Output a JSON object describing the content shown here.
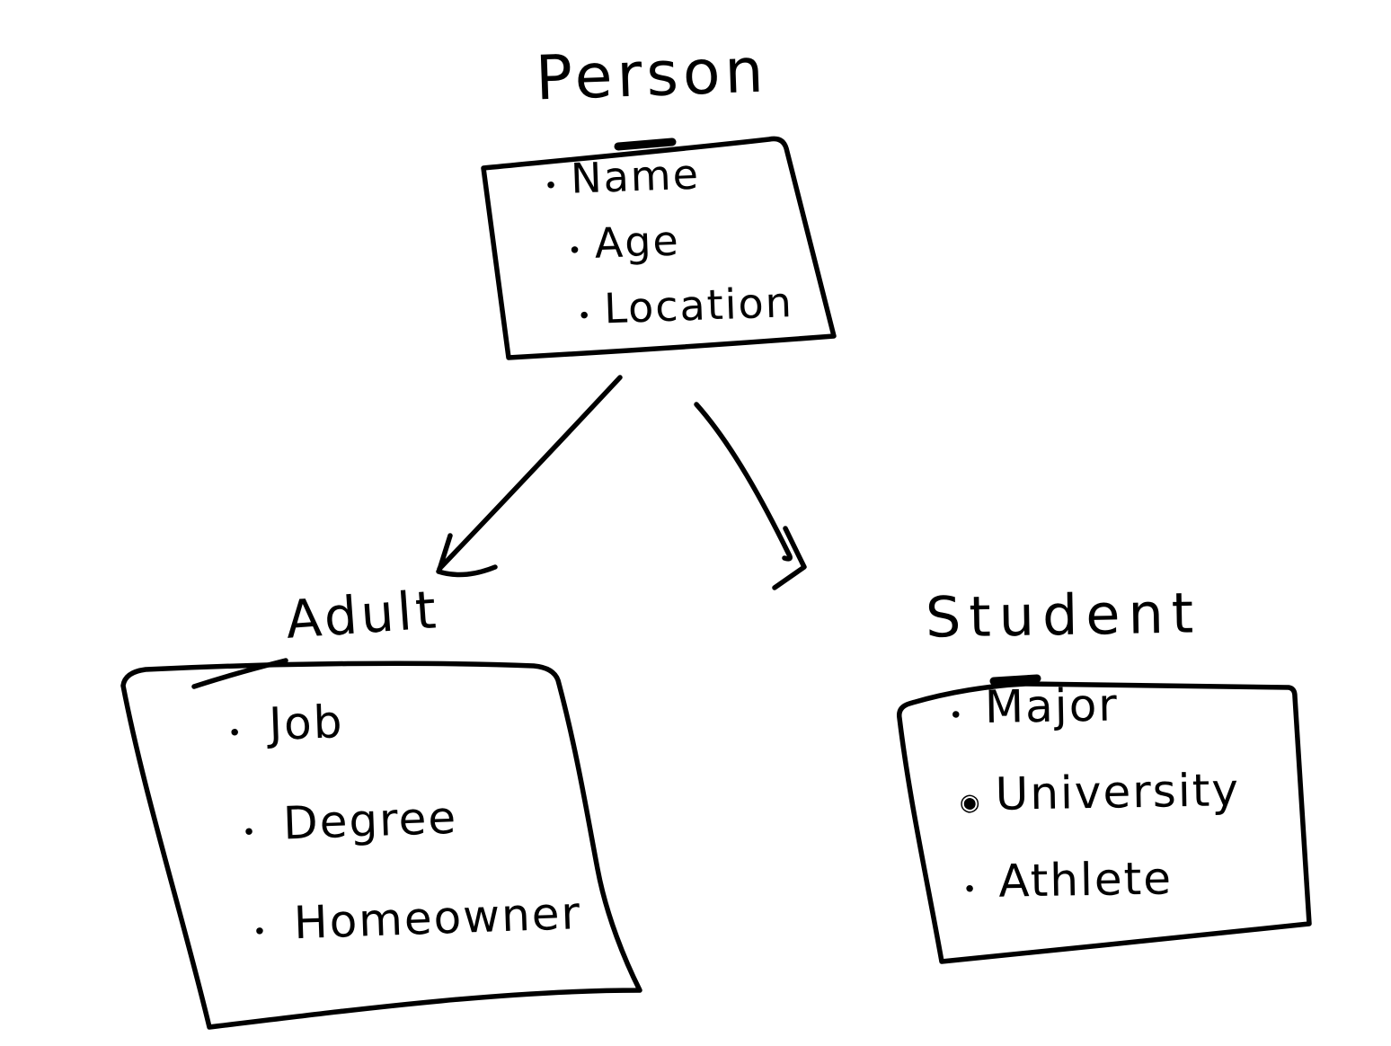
{
  "colors": {
    "background": "#ffffff",
    "ink": "#000000"
  },
  "nodes": {
    "person": {
      "title": "Person",
      "attributes": [
        {
          "bullet": "•",
          "label": "Name"
        },
        {
          "bullet": "•",
          "label": "Age"
        },
        {
          "bullet": "•",
          "label": "Location"
        }
      ]
    },
    "adult": {
      "title": "Adult",
      "attributes": [
        {
          "bullet": "•",
          "label": "Job"
        },
        {
          "bullet": "•",
          "label": "Degree"
        },
        {
          "bullet": "•",
          "label": "Homeowner"
        }
      ]
    },
    "student": {
      "title": "Student",
      "attributes": [
        {
          "bullet": "•",
          "label": "Major"
        },
        {
          "bullet": "◉",
          "label": "University"
        },
        {
          "bullet": "•",
          "label": "Athlete"
        }
      ]
    }
  },
  "edges": [
    {
      "from": "Person",
      "to": "Adult"
    },
    {
      "from": "Person",
      "to": "Student"
    }
  ]
}
